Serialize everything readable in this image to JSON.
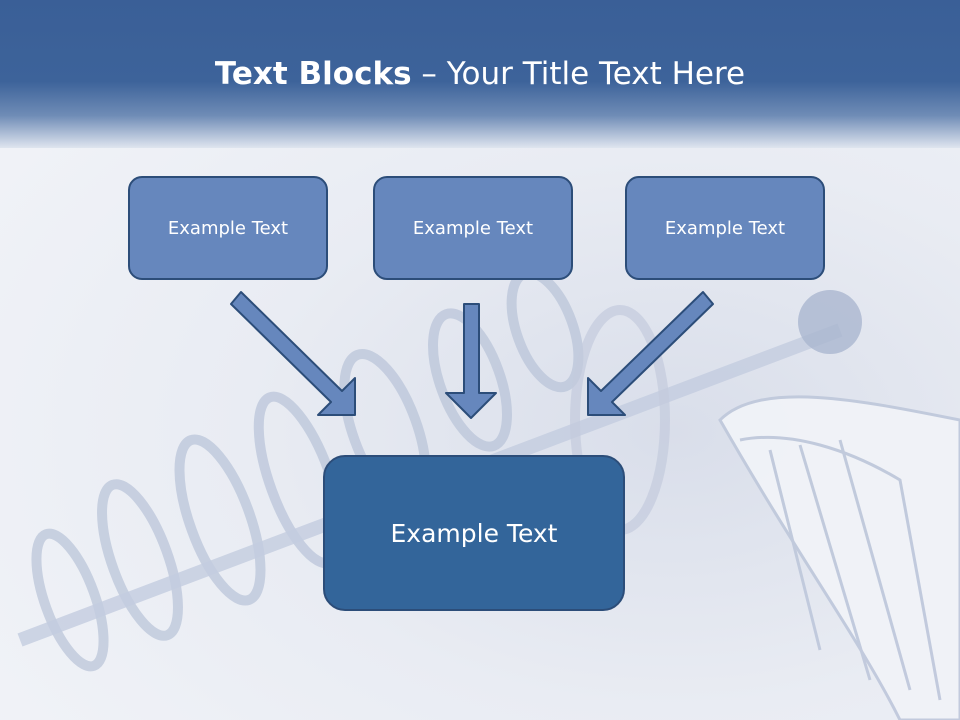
{
  "title": {
    "bold": "Text Blocks",
    "separator": " – ",
    "normal": "Your Title Text Here"
  },
  "blocks": [
    {
      "label": "Example Text"
    },
    {
      "label": "Example Text"
    },
    {
      "label": "Example Text"
    }
  ],
  "target": {
    "label": "Example Text"
  },
  "colors": {
    "header": "#3a5f97",
    "box_fill": "#6687bd",
    "box_border": "#2c4d79",
    "target_fill": "#33659a",
    "arrow_fill": "#6687bd"
  }
}
